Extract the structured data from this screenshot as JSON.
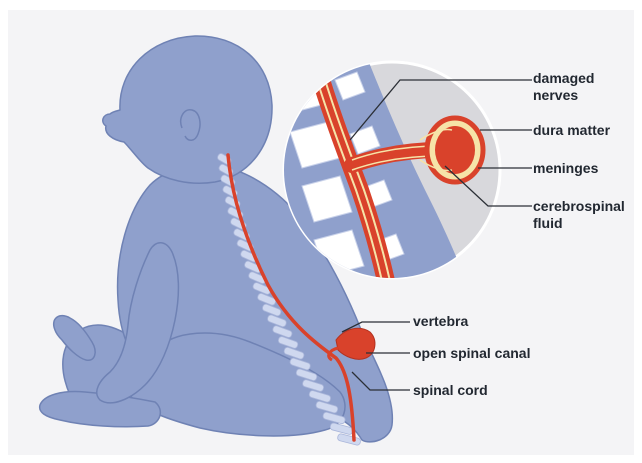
{
  "labels": {
    "damaged_nerves": "damaged\nnerves",
    "dura_matter": "dura matter",
    "meninges": "meninges",
    "cerebrospinal_fluid": "cerebrospinal\nfluid",
    "vertebra": "vertebra",
    "open_spinal_canal": "open spinal canal",
    "spinal_cord": "spinal cord"
  },
  "colors": {
    "background": "#f4f4f6",
    "body": "#8fa0cc",
    "body_outline": "#6f82b4",
    "vertebra": "#cfd8ef",
    "cord": "#d9422b",
    "nerve_fiber": "#f6e3a8",
    "lens_background": "#d8d8dc",
    "leader_line": "#2b2f36"
  }
}
